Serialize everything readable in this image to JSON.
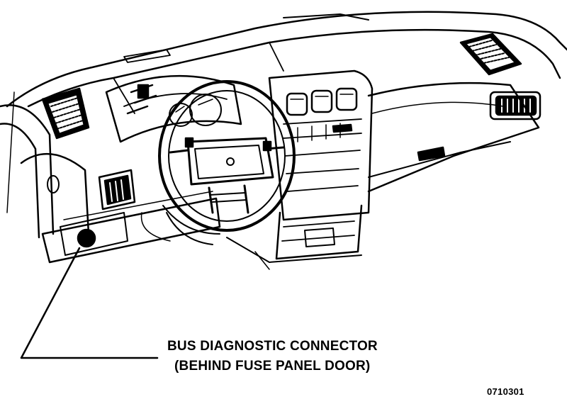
{
  "callout": {
    "line1": "BUS DIAGNOSTIC CONNECTOR",
    "line2": "(BEHIND FUSE PANEL DOOR)"
  },
  "figure_id": "0710301",
  "colors": {
    "ink": "#000000",
    "paper": "#ffffff"
  }
}
